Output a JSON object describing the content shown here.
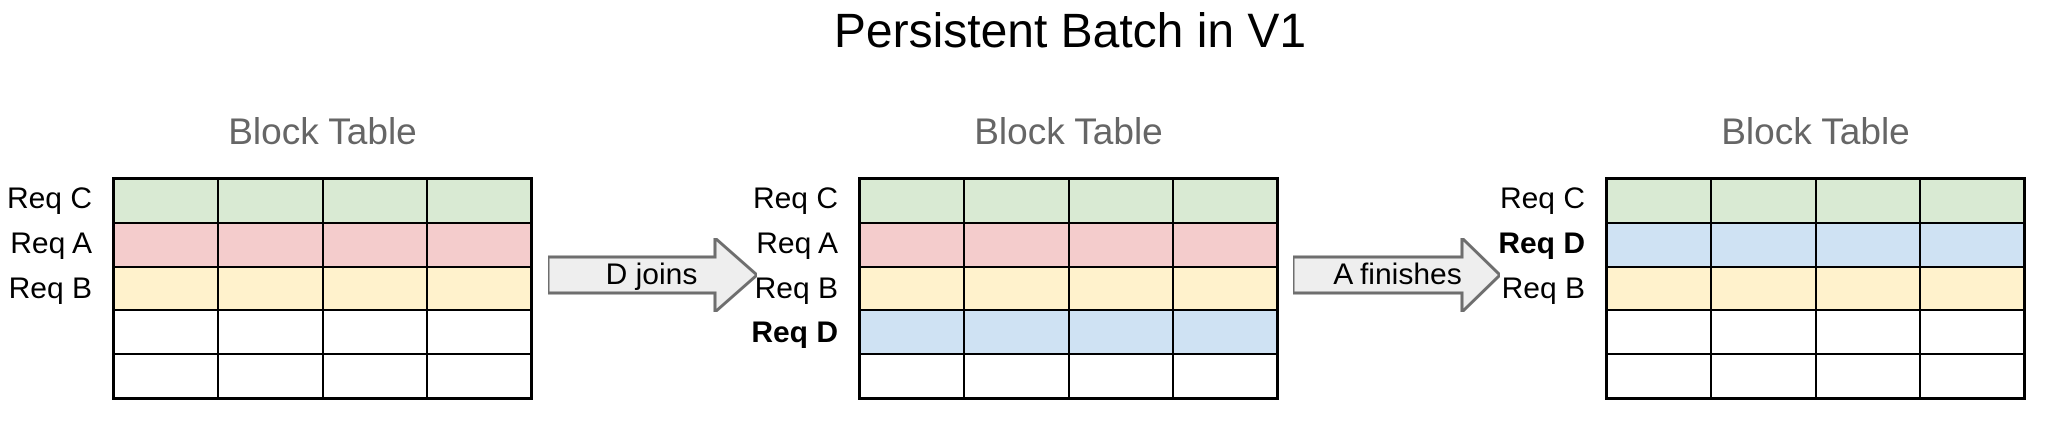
{
  "title": "Persistent Batch in V1",
  "colors": {
    "row_green": "#d9ead3",
    "row_red": "#f4cccc",
    "row_yellow": "#fff2cc",
    "row_blue": "#cfe2f3",
    "row_empty": "#ffffff",
    "grid_line": "#000000",
    "header_gray": "#666666",
    "arrow_fill": "#eeeeee",
    "arrow_stroke": "#6e6e6e"
  },
  "grid": {
    "columns": 4,
    "rows": 5
  },
  "panels": [
    {
      "title": "Block Table",
      "rows": [
        {
          "label": "Req C",
          "bold": false,
          "color": "row_green"
        },
        {
          "label": "Req A",
          "bold": false,
          "color": "row_red"
        },
        {
          "label": "Req B",
          "bold": false,
          "color": "row_yellow"
        },
        {
          "label": "",
          "bold": false,
          "color": "row_empty"
        },
        {
          "label": "",
          "bold": false,
          "color": "row_empty"
        }
      ]
    },
    {
      "title": "Block Table",
      "rows": [
        {
          "label": "Req C",
          "bold": false,
          "color": "row_green"
        },
        {
          "label": "Req A",
          "bold": false,
          "color": "row_red"
        },
        {
          "label": "Req B",
          "bold": false,
          "color": "row_yellow"
        },
        {
          "label": "Req D",
          "bold": true,
          "color": "row_blue"
        },
        {
          "label": "",
          "bold": false,
          "color": "row_empty"
        }
      ]
    },
    {
      "title": "Block Table",
      "rows": [
        {
          "label": "Req C",
          "bold": false,
          "color": "row_green"
        },
        {
          "label": "Req D",
          "bold": true,
          "color": "row_blue"
        },
        {
          "label": "Req B",
          "bold": false,
          "color": "row_yellow"
        },
        {
          "label": "",
          "bold": false,
          "color": "row_empty"
        },
        {
          "label": "",
          "bold": false,
          "color": "row_empty"
        }
      ]
    }
  ],
  "arrows": [
    {
      "label": "D joins"
    },
    {
      "label": "A finishes"
    }
  ]
}
